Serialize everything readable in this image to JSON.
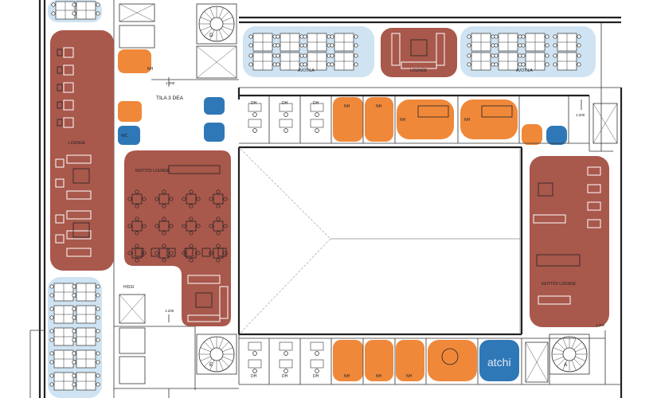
{
  "labels": {
    "tila": "TILA 3 DEA",
    "avotila": "AVOTILA",
    "lounge": "LOUNGE",
    "keittio_lounge": "KEITTIÖ/ LOUNGE",
    "nh": "NH",
    "dh": "DH",
    "wc": "WC",
    "hissi": "HISSI",
    "stair_d": "D",
    "stair_e": "E",
    "stair_a": "A",
    "dim_1200": "1:200",
    "watermark": "atchi"
  },
  "colors": {
    "lounge": "#a9584c",
    "meeting": "#f0883a",
    "open_office": "#cfe3f2",
    "phone_booth": "#2f78b7",
    "wall": "#222222"
  }
}
